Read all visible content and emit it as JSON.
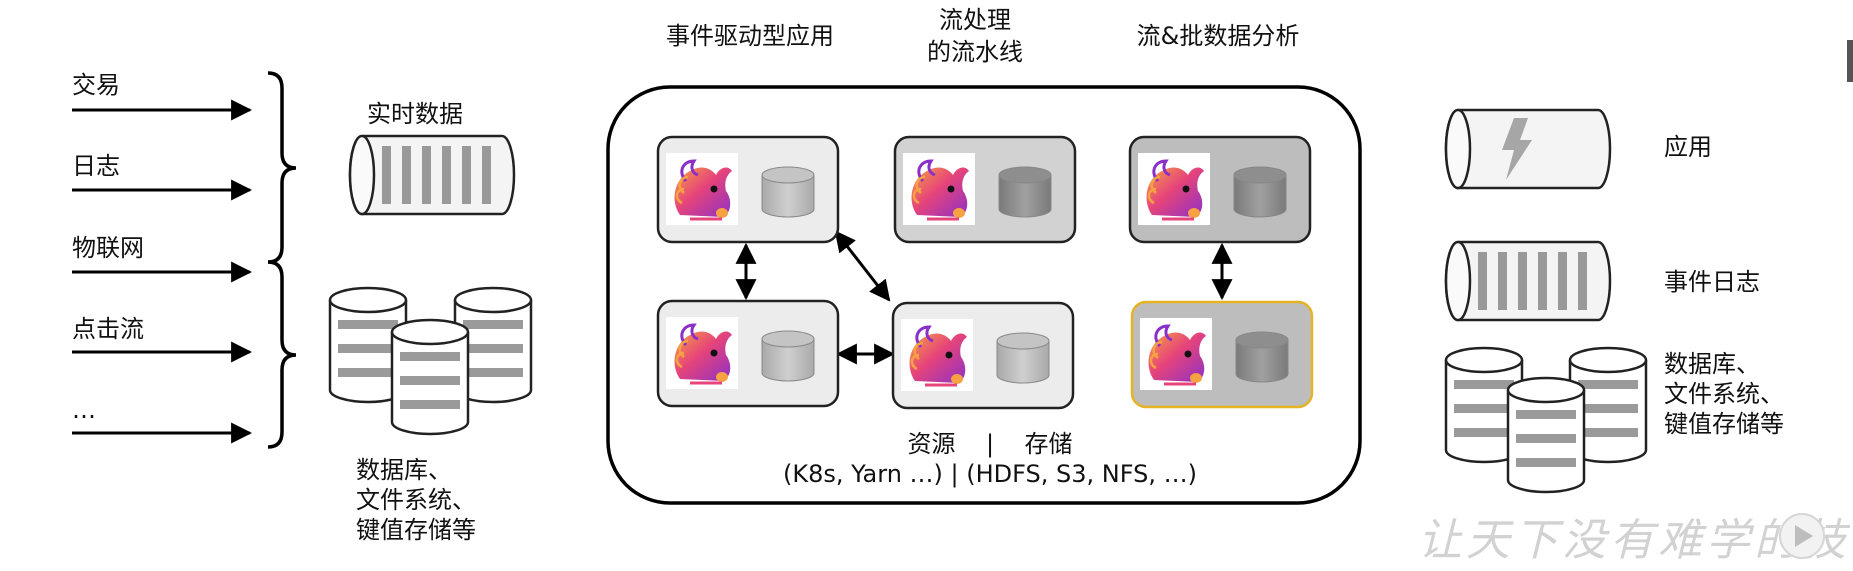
{
  "inputs": {
    "items": [
      "交易",
      "日志",
      "物联网",
      "点击流",
      "…"
    ]
  },
  "sources": {
    "realtime_label": "实时数据",
    "storage_lines": [
      "数据库、",
      "文件系统、",
      "键值存储等"
    ]
  },
  "cluster": {
    "headings": [
      {
        "lines": [
          "事件驱动型应用"
        ]
      },
      {
        "lines": [
          "流处理",
          "的流水线"
        ]
      },
      {
        "lines": [
          "流&批数据分析"
        ]
      }
    ],
    "footer_line1": "资源    |    存储",
    "footer_line2": "(K8s, Yarn …) | (HDFS, S3, NFS, …)"
  },
  "legend": {
    "app_label": "应用",
    "event_log_label": "事件日志",
    "storage_lines": [
      "数据库、",
      "文件系统、",
      "键值存储等"
    ]
  },
  "watermark": "让天下没有难学的技",
  "colors": {
    "node_light": "#ececec",
    "node_mid": "#d2d2d2",
    "node_dark": "#bdbdbd",
    "node_highlight_border": "#e6b325",
    "flink_pink": "#e6447a",
    "flink_purple": "#8b2fc9"
  },
  "icons": {
    "flink": "squirrel-logo-icon",
    "db": "database-cylinder-icon",
    "log": "log-cylinder-icon",
    "lightning": "lightning-icon",
    "play": "play-icon"
  }
}
